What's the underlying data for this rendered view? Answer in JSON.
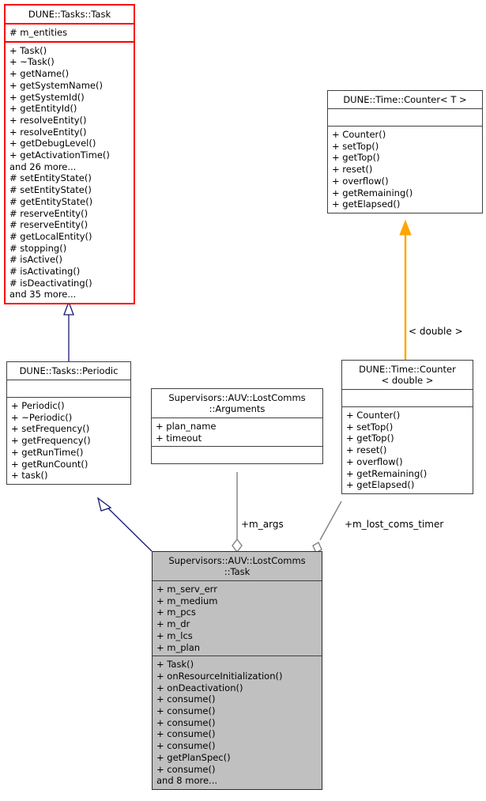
{
  "diagram": {
    "type": "uml-class-diagram",
    "background": "#ffffff",
    "colors": {
      "highlight_border": "#ff0000",
      "normal_border": "#404040",
      "focus_fill": "#c0c0c0",
      "inheritance_edge": "#191970",
      "aggregation_edge": "#808080",
      "template_edge": "#ffa500"
    }
  },
  "classes": {
    "dune_tasks_task": {
      "title": "DUNE::Tasks::Task",
      "attributes": [
        "# m_entities"
      ],
      "methods": [
        "+ Task()",
        "+ ~Task()",
        "+ getName()",
        "+ getSystemName()",
        "+ getSystemId()",
        "+ getEntityId()",
        "+ resolveEntity()",
        "+ resolveEntity()",
        "+ getDebugLevel()",
        "+ getActivationTime()",
        "and 26 more...",
        "# setEntityState()",
        "# setEntityState()",
        "# getEntityState()",
        "# reserveEntity()",
        "# reserveEntity()",
        "# getLocalEntity()",
        "# stopping()",
        "# isActive()",
        "# isActivating()",
        "# isDeactivating()",
        "and 35 more..."
      ]
    },
    "dune_time_counter_t": {
      "title": "DUNE::Time::Counter< T >",
      "attributes": [],
      "methods": [
        "+ Counter()",
        "+ setTop()",
        "+ getTop()",
        "+ reset()",
        "+ overflow()",
        "+ getRemaining()",
        "+ getElapsed()"
      ]
    },
    "dune_tasks_periodic": {
      "title": "DUNE::Tasks::Periodic",
      "attributes": [],
      "methods": [
        "+ Periodic()",
        "+ ~Periodic()",
        "+ setFrequency()",
        "+ getFrequency()",
        "+ getRunTime()",
        "+ getRunCount()",
        "+ task()"
      ]
    },
    "lostcomms_arguments": {
      "title": "Supervisors::AUV::LostComms\n::Arguments",
      "attributes": [
        "+ plan_name",
        "+ timeout"
      ],
      "methods": []
    },
    "dune_time_counter_double": {
      "title": "DUNE::Time::Counter\n< double >",
      "attributes": [],
      "methods": [
        "+ Counter()",
        "+ setTop()",
        "+ getTop()",
        "+ reset()",
        "+ overflow()",
        "+ getRemaining()",
        "+ getElapsed()"
      ]
    },
    "lostcomms_task": {
      "title": "Supervisors::AUV::LostComms\n::Task",
      "attributes": [
        "+ m_serv_err",
        "+ m_medium",
        "+ m_pcs",
        "+ m_dr",
        "+ m_lcs",
        "+ m_plan"
      ],
      "methods": [
        "+ Task()",
        "+ onResourceInitialization()",
        "+ onDeactivation()",
        "+ consume()",
        "+ consume()",
        "+ consume()",
        "+ consume()",
        "+ consume()",
        "+ getPlanSpec()",
        "+ consume()",
        "and 8 more..."
      ]
    }
  },
  "edges": {
    "template_binding_label": "< double >",
    "args_aggregation_label": "+m_args",
    "timer_aggregation_label": "+m_lost_coms_timer"
  }
}
